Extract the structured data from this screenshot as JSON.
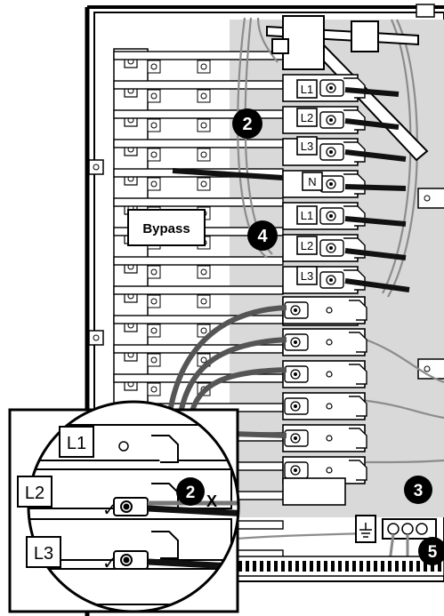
{
  "labels": {
    "phase_upper": [
      "L1",
      "L2",
      "L3"
    ],
    "neutral": "N",
    "phase_lower": [
      "L1",
      "L2",
      "L3"
    ],
    "bypass": "Bypass",
    "inset_phases": [
      "L1",
      "L2",
      "L3"
    ],
    "check_mark": "✓",
    "cross_mark": "X",
    "ground_symbol": "⏚"
  },
  "callouts": {
    "c2_main": "2",
    "c4": "4",
    "c2_inset": "2",
    "c3": "3",
    "c5": "5"
  }
}
